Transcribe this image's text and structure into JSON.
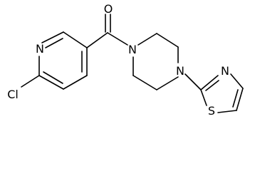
{
  "molecule": {
    "atoms": {
      "oxygen": "O",
      "pyridine_nitrogen": "N",
      "chlorine": "Cl",
      "piperazine_nitrogen_1": "N",
      "piperazine_nitrogen_2": "N",
      "thiazole_nitrogen": "N",
      "thiazole_sulfur": "S"
    }
  },
  "colors": {
    "ink": "#000000",
    "background": "#ffffff"
  }
}
